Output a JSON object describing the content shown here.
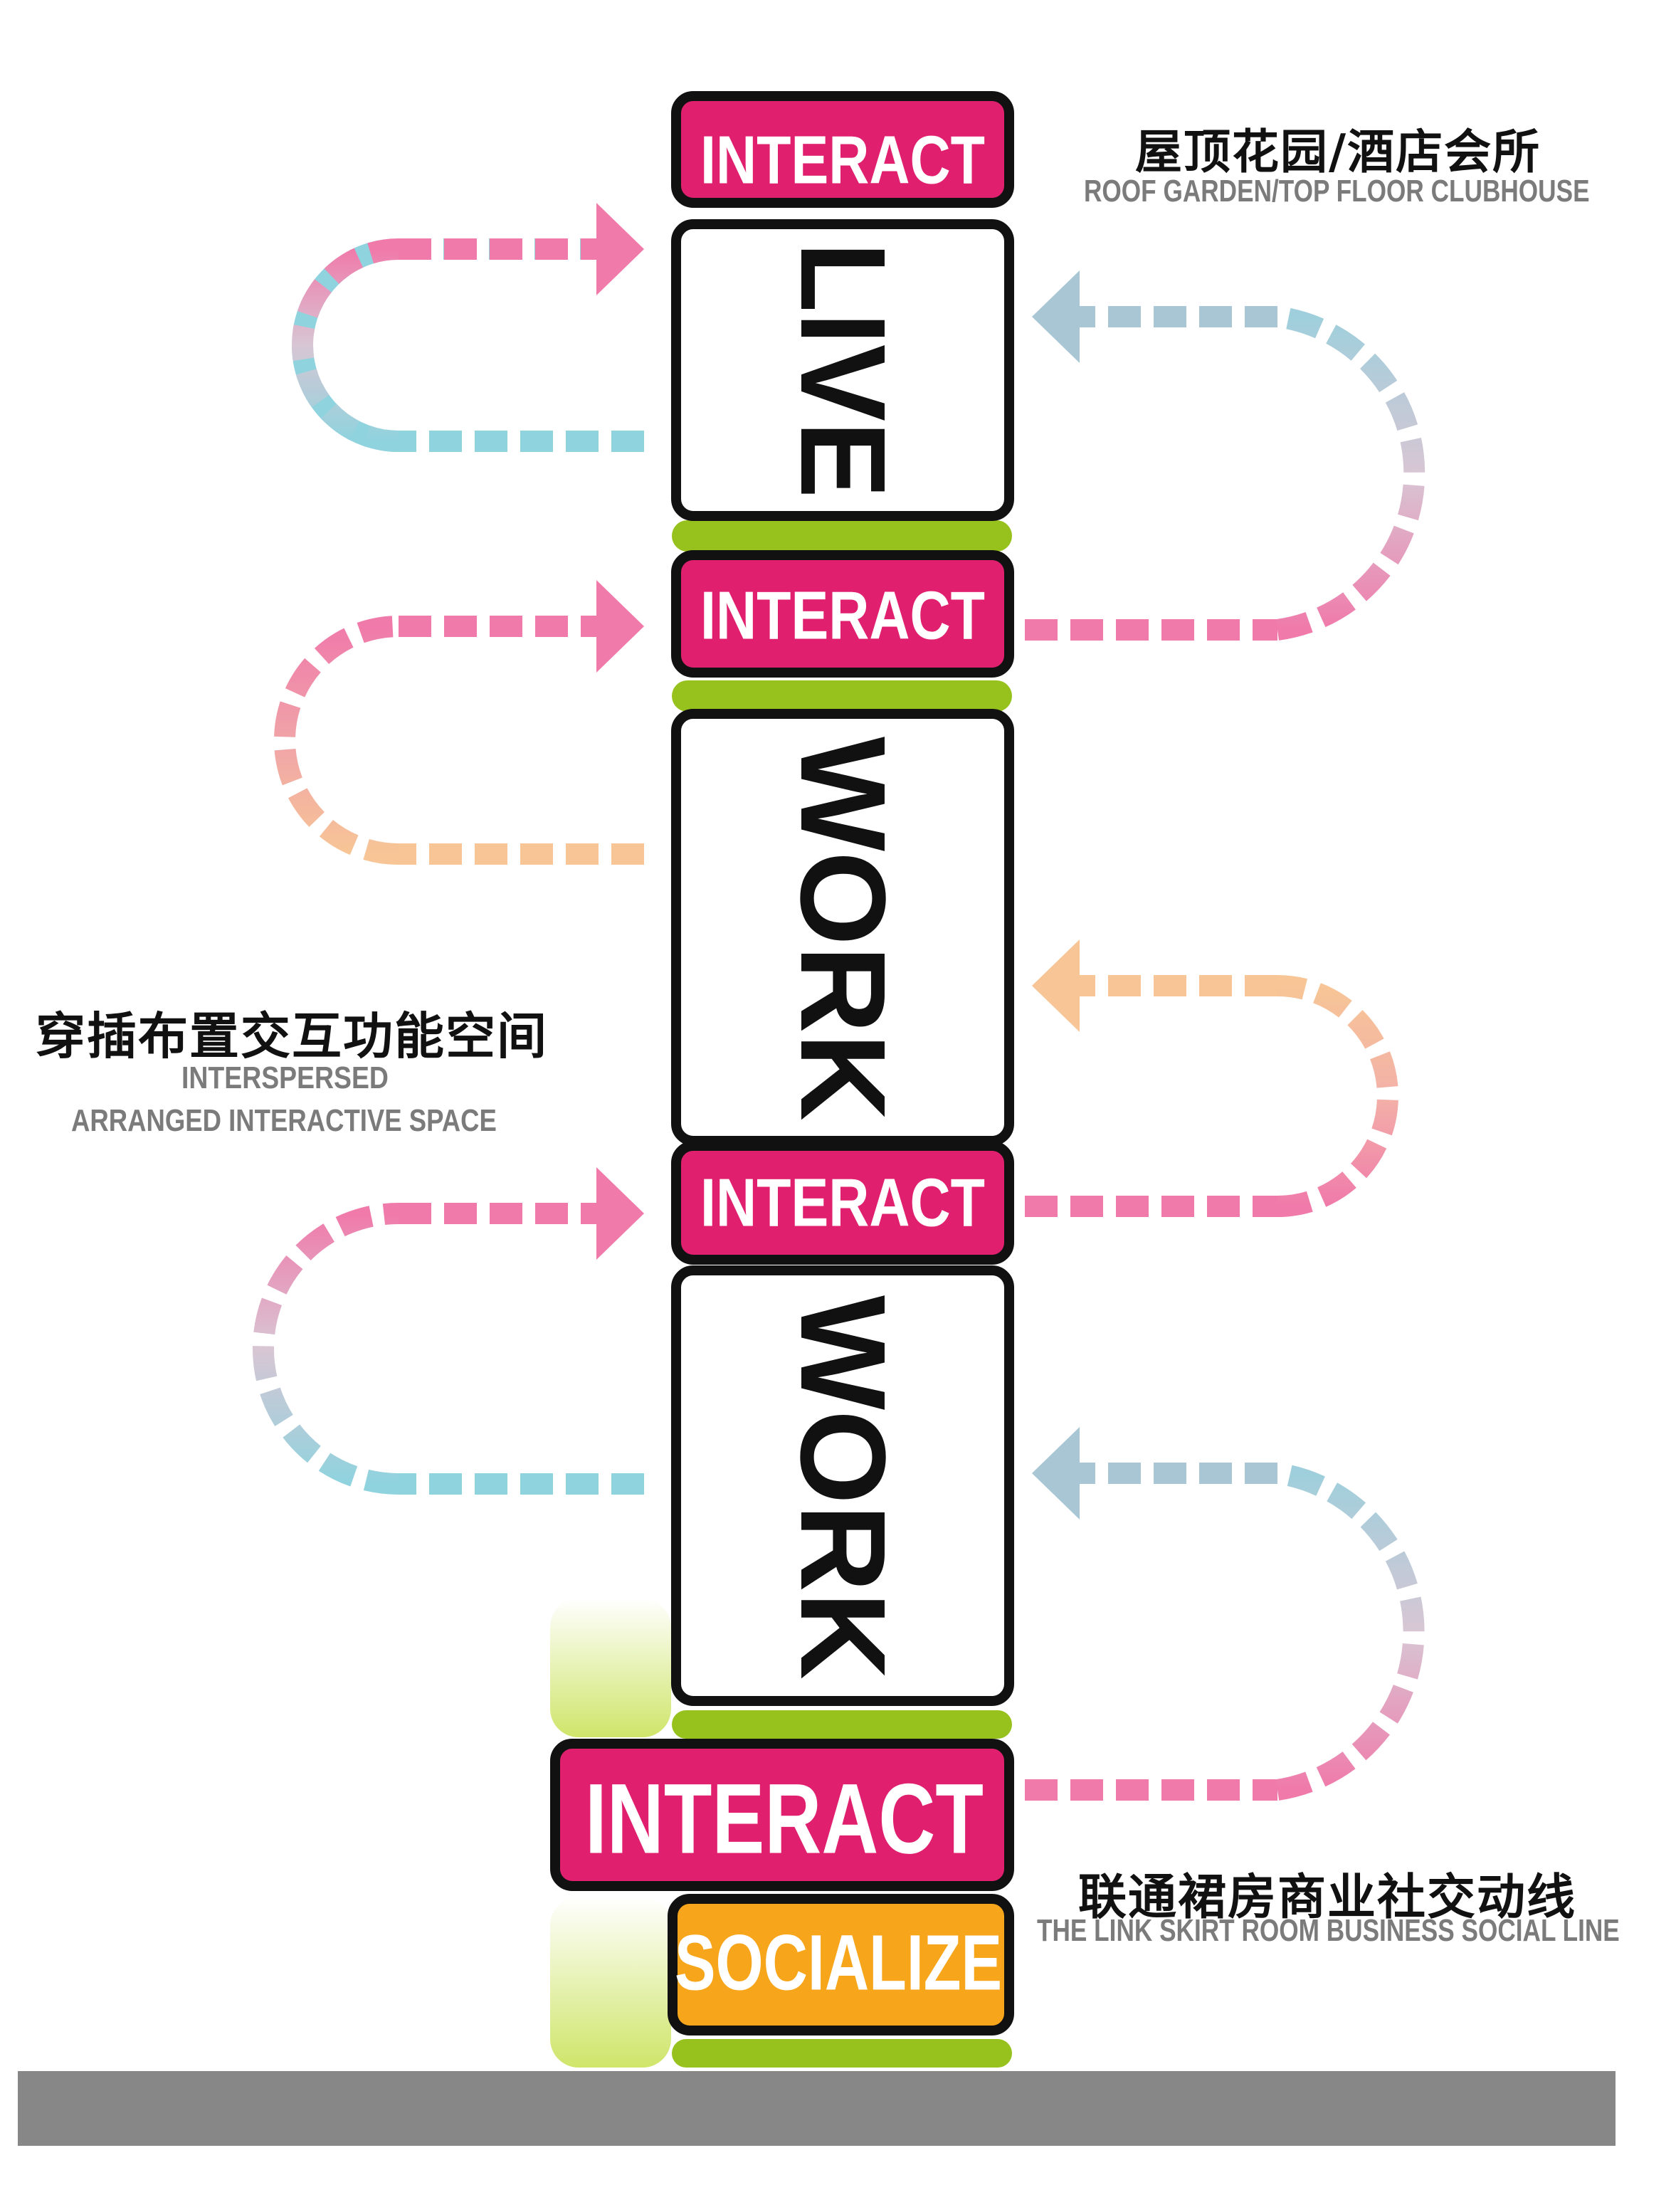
{
  "blocks": [
    {
      "id": "interact-1",
      "label": "INTERACT",
      "kind": "interact"
    },
    {
      "id": "live",
      "label": "LIVE",
      "kind": "vertical"
    },
    {
      "id": "interact-2",
      "label": "INTERACT",
      "kind": "interact"
    },
    {
      "id": "work-1",
      "label": "WORK",
      "kind": "vertical"
    },
    {
      "id": "interact-3",
      "label": "INTERACT",
      "kind": "interact"
    },
    {
      "id": "work-2",
      "label": "WORK",
      "kind": "vertical"
    },
    {
      "id": "interact-4",
      "label": "INTERACT",
      "kind": "interact"
    },
    {
      "id": "socialize",
      "label": "SOCIALIZE",
      "kind": "socialize"
    }
  ],
  "annotations": {
    "roof": {
      "cn": "屋顶花园/酒店会所",
      "en": "ROOF GARDEN/TOP FLOOR CLUBHOUSE"
    },
    "interspersed": {
      "cn": "穿插布置交互功能空间",
      "en_line1": "INTERSPERSED",
      "en_line2": "ARRANGED INTERACTIVE SPACE"
    },
    "link": {
      "cn": "联通裙房商业社交动线",
      "en": "THE LINK SKIRT ROOM BUSINESS SOCIAL LINE"
    }
  },
  "colors": {
    "interact": "#e0206f",
    "socialize": "#f7a51b",
    "slab": "#97c21e",
    "ground": "#878787",
    "outline": "#111111",
    "pink": "#f07aaa",
    "cyan": "#8fd0dc",
    "peach": "#f5c08f",
    "lavender": "#d5c6d2",
    "blue_grey": "#a9c6d4"
  }
}
